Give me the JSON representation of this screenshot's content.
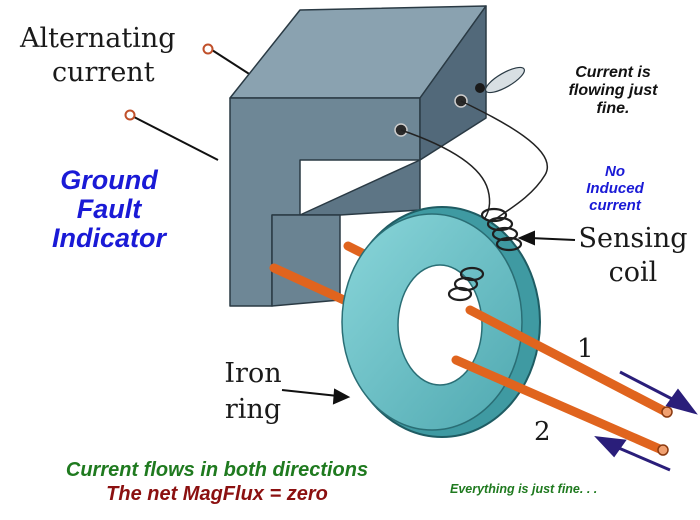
{
  "labels": {
    "alternating_line1": "Alternating",
    "alternating_line2": "current",
    "sensing_line1": "Sensing",
    "sensing_line2": "coil",
    "iron_line1": "Iron",
    "iron_line2": "ring",
    "wire1": "1",
    "wire2": "2"
  },
  "title": {
    "line1": "Ground",
    "line2": "Fault",
    "line3": "Indicator"
  },
  "status": {
    "top_line1": "Current is",
    "top_line2": "flowing just",
    "top_line3": "fine.",
    "no_induced_line1": "No",
    "no_induced_line2": "Induced",
    "no_induced_line3": "current"
  },
  "bottom": {
    "line1": "Current flows in both directions",
    "line2": "The net MagFlux = zero",
    "footer": "Everything is just fine. . ."
  },
  "colors": {
    "title": "#1a1ad6",
    "green_text": "#1f7a1f",
    "red_text": "#8b1010",
    "box_front": "#6e8796",
    "box_top": "#8aa2b0",
    "box_side": "#52697a",
    "ring": "#64bcc2",
    "wire": "#e0641e",
    "arrow": "#2a1e7a"
  }
}
